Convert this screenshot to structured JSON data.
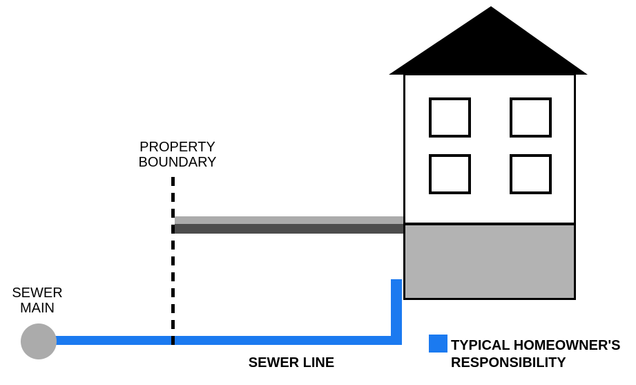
{
  "diagram": {
    "background": "#FFFFFF",
    "labels": {
      "property_boundary": {
        "line1": "PROPERTY",
        "line2": "BOUNDARY"
      },
      "sewer_main": {
        "line1": "SEWER",
        "line2": "MAIN"
      },
      "sewer_line": "SEWER LINE"
    },
    "legend": {
      "line1": "TYPICAL HOMEOWNER'S",
      "line2": "RESPONSIBILITY",
      "swatch_color": "#1B7AF0"
    },
    "colors": {
      "pipe_blue": "#1B7AF0",
      "sewer_main_gray": "#ABABAB",
      "ground_light_gray": "#ABABAB",
      "ground_dark_gray": "#4D4D4D",
      "foundation_gray": "#B3B3B3",
      "roof_black": "#000000",
      "outline_black": "#000000",
      "text_black": "#000000"
    }
  }
}
